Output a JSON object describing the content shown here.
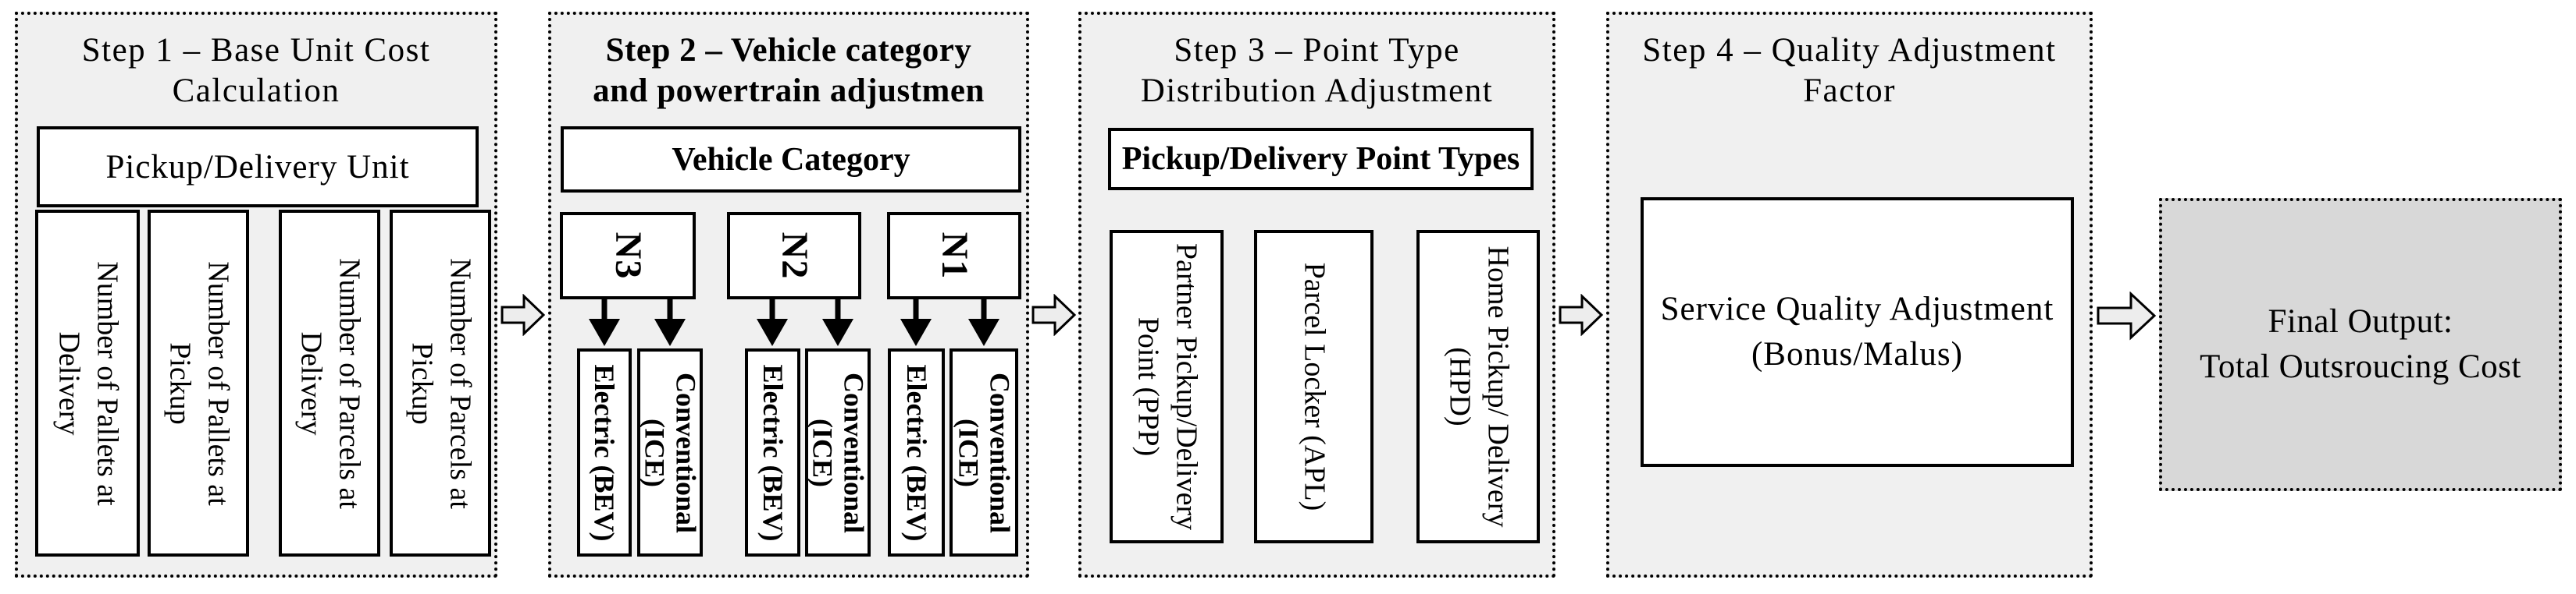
{
  "step1": {
    "title1": "Step 1 – Base Unit Cost",
    "title2": "Calculation",
    "header": "Pickup/Delivery Unit",
    "boxes": [
      {
        "l1": "Number of Pallets at",
        "l2": "Delivery"
      },
      {
        "l1": "Number of Pallets at",
        "l2": "Pickup"
      },
      {
        "l1": "Number of Parcels at",
        "l2": "Delivery"
      },
      {
        "l1": "Number of Parcels at",
        "l2": "Pickup"
      }
    ]
  },
  "step2": {
    "title1": "Step 2 – Vehicle category",
    "title2": "and powertrain adjustmen",
    "header": "Vehicle Category",
    "groups": [
      {
        "category": "N3",
        "electric": "Electric (BEV)",
        "conv1": "Conventional",
        "conv2": "(ICE)"
      },
      {
        "category": "N2",
        "electric": "Electric (BEV)",
        "conv1": "Conventional",
        "conv2": "(ICE)"
      },
      {
        "category": "N1",
        "electric": "Electric (BEV)",
        "conv1": "Conventional",
        "conv2": "(ICE)"
      }
    ]
  },
  "step3": {
    "title1": "Step 3 – Point Type",
    "title2": "Distribution Adjustment",
    "header": "Pickup/Delivery Point Types",
    "boxes": [
      {
        "l1": "Partner Pickup/Delivery",
        "l2": "Point (PPP)"
      },
      {
        "l1": "Parcel Locker (APL)",
        "l2": ""
      },
      {
        "l1": "Home Pickup/ Delivery",
        "l2": "(HPD)"
      }
    ]
  },
  "step4": {
    "title1": "Step 4 – Quality Adjustment",
    "title2": "Factor",
    "box1": "Service Quality Adjustment",
    "box2": "(Bonus/Malus)"
  },
  "final": {
    "line1": "Final Output:",
    "line2": "Total Outsroucing Cost"
  },
  "colors": {
    "panel_bg": "#f0f0f0",
    "final_bg": "#d8d8d8",
    "line": "#000000",
    "arrow_fill": "#ededed"
  }
}
